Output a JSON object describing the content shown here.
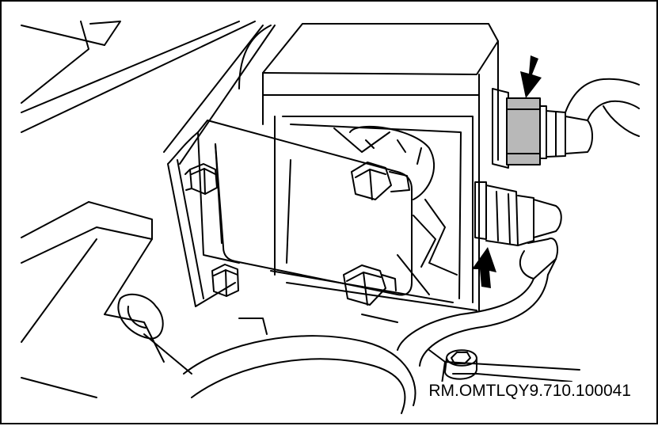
{
  "reference_code": "RM.OMTLQY9.710.100041",
  "colors": {
    "line": "#000000",
    "background": "#ffffff",
    "highlight_fitting": "#b8b8b8",
    "arrow": "#000000"
  },
  "callouts": [
    {
      "name": "arrow-down",
      "direction": "down",
      "target": "upper-hose-fitting"
    },
    {
      "name": "arrow-up",
      "direction": "up",
      "target": "lower-hose-fitting"
    }
  ]
}
